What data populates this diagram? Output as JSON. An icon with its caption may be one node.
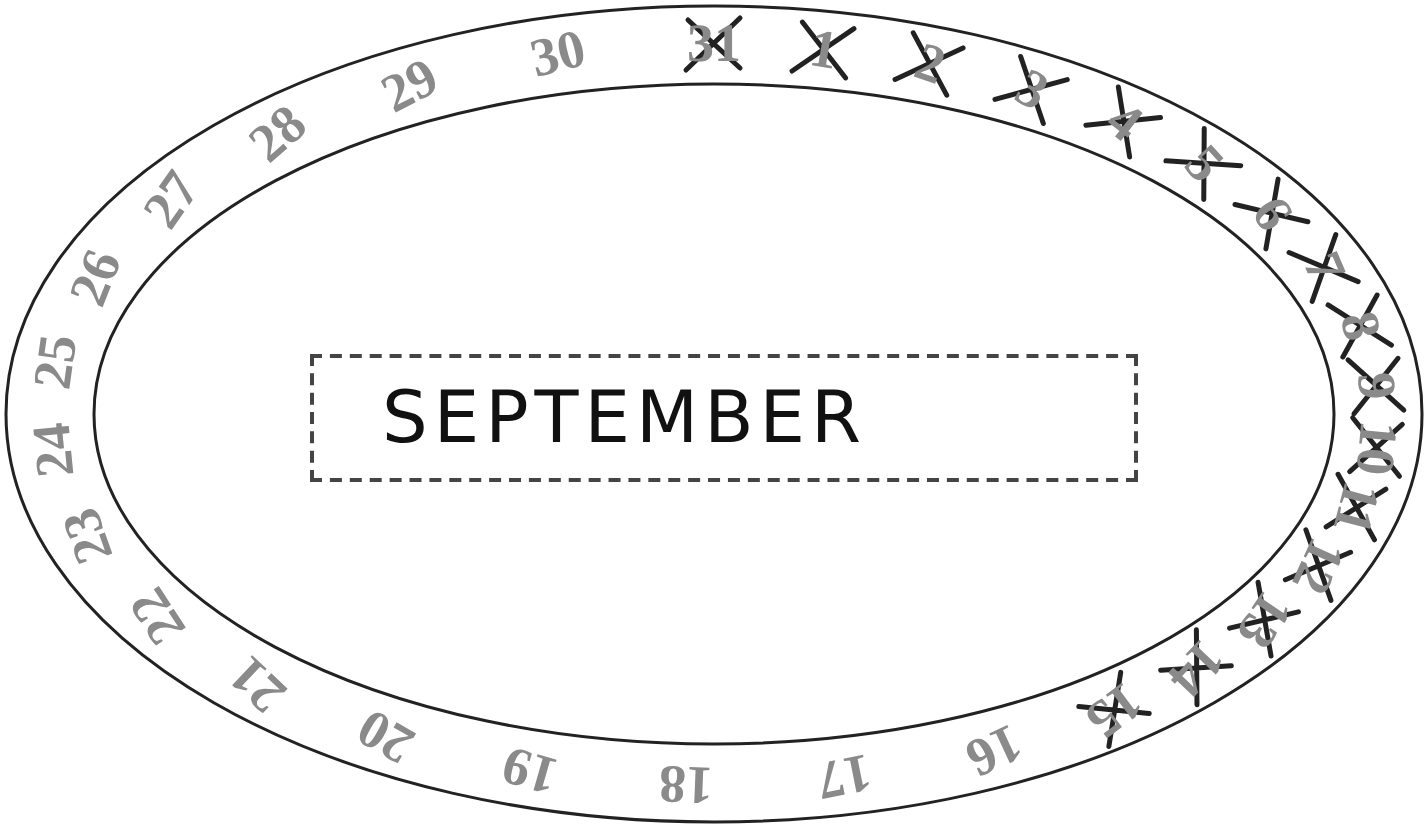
{
  "diagram": {
    "labels": [
      "SEPTEMBER",
      "16",
      "17",
      "18",
      "19",
      "20",
      "21",
      "22",
      "23",
      "24",
      "25",
      "26",
      "27",
      "28",
      "29",
      "30",
      "31",
      "1",
      "2",
      "3",
      "4",
      "5",
      "6",
      "7",
      "8",
      "9",
      "10",
      "11",
      "12",
      "13",
      "14",
      "15"
    ]
  }
}
